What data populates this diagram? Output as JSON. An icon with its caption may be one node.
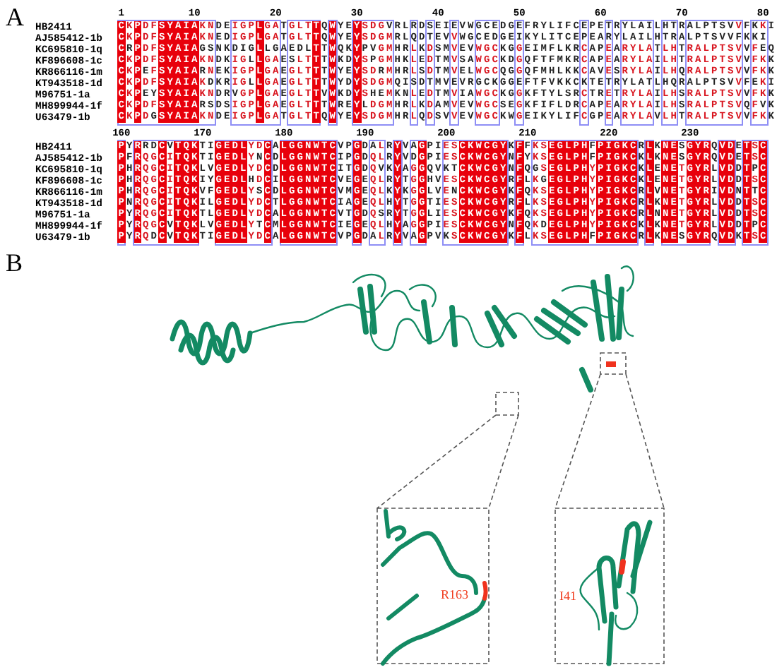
{
  "diagram": {
    "labels": [
      "A",
      "1",
      "10",
      "20",
      "30",
      "40",
      "50",
      "60",
      "70",
      "80",
      "HB2411",
      "CKPDFSYAIAKNDEIGPLGATGLTTQWYEYSDGVRLRDSEIEVWGCEDGEFRYLIFCEPETRYLAILHTRALPTSVVFKKI",
      "AJ585412-1b",
      "CKPDFSYAIAKNEDIGPLGATGLTTQWYEYSDGMRLQDTEVVWGCEDGEIKYLITCEPEARYLAILHTRALPTSVVFKKI",
      "KC695810-1q",
      "CRPDFSYAIAGSNKDIGLLGAEDLTTWQKYPVGMHRLKDSMVEVWGCKGGEIMFLKRCAPEARYLATLHTRALPTSVVFEQL",
      "KF896608-1c",
      "CKPDFSYAIAKNDKIGLLGAESLTTTWKDYSPGMHKLEDTMVSAWGCKDGQFTFMKRCAPEARYLAILHTRALPTSVVFKKI",
      "KR866116-1m",
      "CKPEFSYAIARNEKIGPLGAEGLTTTWYEYSDRMHRLSDTMVELWGCQGGQFMHLKKCAVESRYLAILHQRALPTSVVFKKL",
      "KT943518-1d",
      "CKPDFSYAIAKDKRIGLLGAEGLTTTWYDYSDGMQISDTMVEVRGCKGGEFTFVKKCKTETRYLATLHQRALPTSVVFEKI",
      "M96751-1a",
      "CKPEYSYAIAKNDRVGPLGAEGLTTVWKDYSHEMKNLEDTMVIAWGCKGGKFTYLSRCTRETRYLAILHSRALPTSVVFKKL",
      "MH899944-1f",
      "CKPDFSYAIARSDSIGPLGAEGLTTTWREYLDGMHRLKDAMVEVWGCSEGKFIFLDRCAPEARYLAILHSRALPTSVQFVKI",
      "U63479-1b",
      "CKPDGSYAIAKNDEIGPLGATGLTTQWYEYSDGMHRLQDSVVEVWGCKWGEIKYLIFCGPEARYLAVLHTRALPTSVVFKKI",
      "160",
      "170",
      "180",
      "190",
      "200",
      "210",
      "220",
      "230",
      "HB2411",
      "PYRRDCVTQKTIGEDLYDCALGGNWTCVPGDALRYVAGPIESCKWCGYKFFKSEGLPHFPIGKCRLKNESGYRQVDETSC",
      "AJ585412-1b",
      "PFRQGCITQKTIGEDLYNCDLGGNWTCIPGDQLRYVDGPIESCKWCGYNFYKSEGLPHFPIGKCKLKNESGYRQVDETSC",
      "KC695810-1q",
      "PHRQGCITQKLVGEDLYDCDLGGNWTCITGDQVKYAGGQVKTCKWCGYNFQGSEGLPHYPIGKCKLENETGYRLVDDTPC",
      "KF896608-1c",
      "PHRQGCITQKIYGEDLHDCILGGNWTCVEGEQLRYTGGHVESCKWCGYRFLKGEGLPHYPIGKCKLENETGYRLVDDTSC",
      "KR866116-1m",
      "PHRQGCITQKVFGEDLYSCDLGGNWTCVMGEQLKYKGGLVENCKWCGYKFQKSEGLPHYPIGKCRLVNETGYRIVDNTTC",
      "KT943518-1d",
      "PNRQGCITQKILGEDLYDCTLGGNWTCIAGEQLHYTGGTIESCKWCGYRFLKSEGLPHYPIGKCRLKNETGYRLVDDTSC",
      "M96751-1a",
      "PYRQGCITQKTLGEDLYDCALGGNWTCVTGDQSRYTGGLIESCKWCGYKFQKSEGLPHYPIGKCRLNNETGYRLVDDTSC",
      "MH899944-1f",
      "PYRQGCVTQKLVGEDLYTCMLGGNWTCIEGEQLHYAGGPIESCKWCGYNFQKDEGLPHYPIGKCKLKNETGYRLVDDTPC",
      "U63479-1b",
      "PYRQDCVTQKTIGEDLYDCALGGNWTCVPGDALRYVAGPVKSCKWCGYKFLKSEGLPHFPIGKCRLKNESGYRQVDKTSC",
      "B",
      "R163",
      "I41"
    ]
  }
}
